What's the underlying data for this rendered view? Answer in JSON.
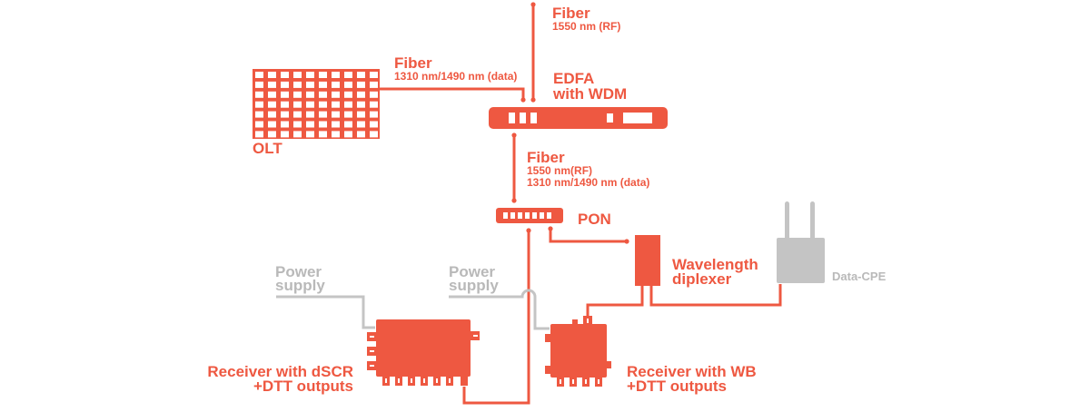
{
  "colors": {
    "accent": "#EE5841",
    "device_gray": "#C4C4C4",
    "label_gray": "#B9B9B9"
  },
  "fiber_top": {
    "title": "Fiber",
    "detail": "1550 nm (RF)"
  },
  "fiber_olt": {
    "title": "Fiber",
    "detail": "1310 nm/1490 nm (data)"
  },
  "edfa": {
    "line1": "EDFA",
    "line2": "with WDM"
  },
  "olt": {
    "label": "OLT"
  },
  "fiber_trunk": {
    "title": "Fiber",
    "detail_rf": "1550 nm(RF)",
    "detail_data": "1310 nm/1490 nm (data)"
  },
  "pon": {
    "label": "PON"
  },
  "diplexer": {
    "line1": "Wavelength",
    "line2": "diplexer"
  },
  "data_cpe": {
    "label": "Data-CPE"
  },
  "power_supply_dscr": {
    "line1": "Power",
    "line2": "supply"
  },
  "power_supply_wb": {
    "line1": "Power",
    "line2": "supply"
  },
  "receiver_dscr": {
    "line1": "Receiver with dSCR",
    "line2": "+DTT outputs"
  },
  "receiver_wb": {
    "line1": "Receiver with WB",
    "line2": "+DTT outputs"
  }
}
